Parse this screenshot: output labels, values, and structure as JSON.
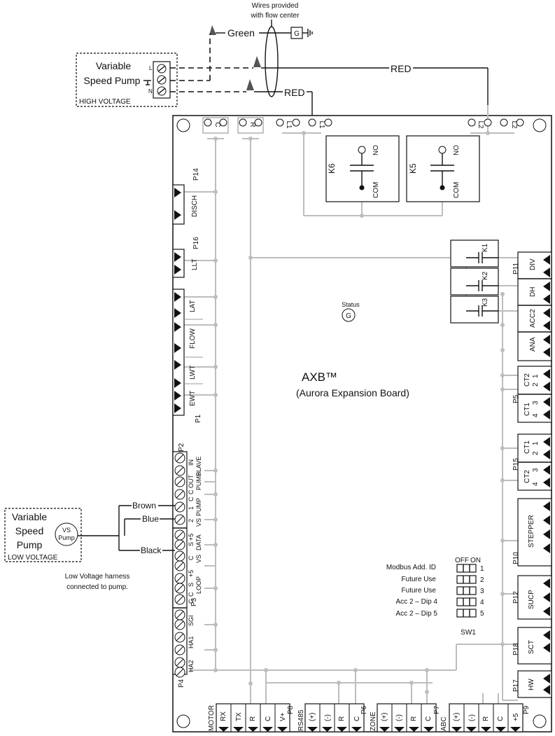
{
  "wires_note": [
    "Wires provided",
    "with flow center"
  ],
  "wire_colors": {
    "green": "Green",
    "red_top": "RED",
    "red_mid": "RED",
    "brown": "Brown",
    "blue": "Blue",
    "black": "Black"
  },
  "ground_label": "G",
  "hv_pump": {
    "title_line1": "Variable",
    "title_line2": "Speed Pump",
    "footer": "HIGH VOLTAGE",
    "terminals": [
      "L",
      "N"
    ]
  },
  "lv_pump": {
    "title_line1": "Variable",
    "title_line2": "Speed",
    "title_line3": "Pump",
    "footer": "LOW VOLTAGE",
    "motor_top": "VS",
    "motor_bottom": "Pump"
  },
  "harness_note": [
    "Low Voltage harness",
    "connected to pump."
  ],
  "board": {
    "name": "AXB™",
    "subtitle": "(Aurora Expansion Board)",
    "status_label": "Status",
    "status_led": "G",
    "top_terminals": [
      "C",
      "R",
      "L1",
      "L1",
      "L2",
      "L2"
    ],
    "relays": [
      {
        "name": "K6",
        "no": "NO",
        "com": "COM"
      },
      {
        "name": "K5",
        "no": "NO",
        "com": "COM"
      }
    ],
    "small_relays": [
      "K1",
      "K2",
      "K3"
    ]
  },
  "left_connectors": {
    "p14": {
      "header": "P14",
      "label": "DISCH"
    },
    "p16": {
      "header": "P16",
      "label": "LLT"
    },
    "p1": {
      "header": "P1",
      "labels": [
        "LAT",
        "FLOW",
        "LWT",
        "EWT"
      ]
    }
  },
  "p2": {
    "header": "P2",
    "rows": [
      "IN",
      "SLAVE",
      "OUT",
      "C",
      "PUMP",
      "C",
      "1",
      "PUMP",
      "2",
      "VS"
    ]
  },
  "p3": {
    "header": "P3",
    "rows": [
      "+5",
      "S",
      "DATA",
      "C",
      "VS",
      "+5",
      "S",
      "C",
      "LOOP",
      "C"
    ]
  },
  "p4": {
    "header": "P4",
    "rows": [
      "SGI",
      "HA1",
      "HA2"
    ]
  },
  "right_connectors": {
    "p11": {
      "header": "P11",
      "labels": [
        "DIV",
        "DH",
        "ACC2",
        "ANA"
      ]
    },
    "p5": {
      "header": "P5",
      "ct2": "CT2",
      "ct1": "CT1",
      "pins": [
        "2",
        "1",
        "3",
        "4"
      ]
    },
    "p15": {
      "header": "P15",
      "ct1": "CT1",
      "ct2": "CT2",
      "pins": [
        "2",
        "1",
        "3",
        "4"
      ]
    },
    "p10": {
      "header": "P10",
      "label": "STEPPER"
    },
    "p12": {
      "header": "P12",
      "label": "SUCP"
    },
    "p18": {
      "header": "P18",
      "label": "SCT"
    },
    "p17": {
      "header": "P17",
      "label": "HW"
    }
  },
  "dip_switch": {
    "header_off": "OFF",
    "header_on": "ON",
    "name": "SW1",
    "rows": [
      {
        "label": "Modbus Add. ID",
        "num": "1"
      },
      {
        "label": "Future Use",
        "num": "2"
      },
      {
        "label": "Future Use",
        "num": "3"
      },
      {
        "label": "Acc 2 – Dip 4",
        "num": "4"
      },
      {
        "label": "Acc 2 – Dip 5",
        "num": "5"
      }
    ]
  },
  "bottom_connectors": {
    "p8": {
      "header": "P8",
      "name": "MOTOR",
      "pins": [
        "RX",
        "TX",
        "R",
        "C",
        "V+"
      ]
    },
    "p6": {
      "header": "P6",
      "name": "RS485",
      "pins": [
        "(+)",
        "(-)",
        "R",
        "C"
      ]
    },
    "p7": {
      "header": "P7",
      "name": "ZONE",
      "pins": [
        "(+)",
        "(-)",
        "R",
        "C"
      ]
    },
    "p9": {
      "header": "P9",
      "name": "ABC",
      "pins": [
        "(+)",
        "(-)",
        "R",
        "C",
        "+5"
      ]
    }
  }
}
